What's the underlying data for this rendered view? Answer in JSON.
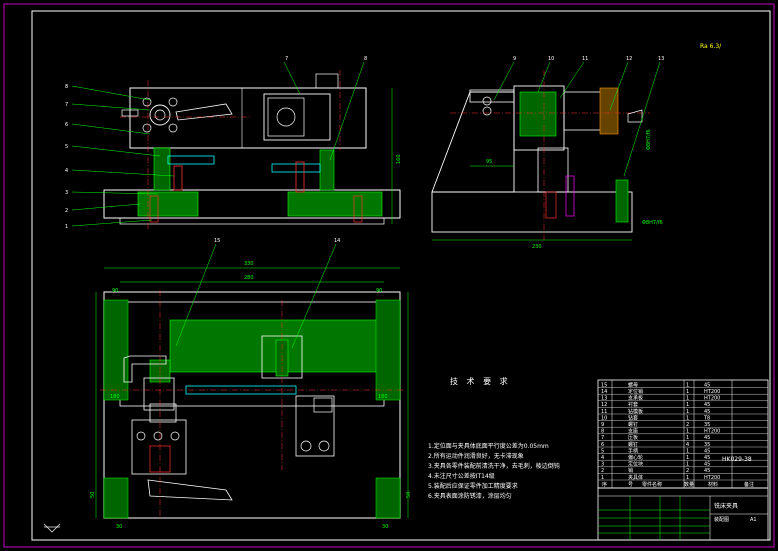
{
  "drawing": {
    "corner_label": "Ra 6.3/",
    "tech_requirements_title": "技 术 要 求",
    "notes": [
      "1.定位面与夹具体底面平行度公差为0.05mm",
      "2.所有运动件润滑良好，无卡滞现象",
      "3.夹具各零件装配前清洗干净，去毛刺，棱边倒钝",
      "4.未注尺寸公差按IT14级",
      "5.装配后应保证零件加工精度要求",
      "6.夹具表面涂防锈漆，涂层均匀"
    ],
    "view_front": {
      "balloons": [
        "1",
        "2",
        "3",
        "4",
        "5",
        "6",
        "7",
        "8"
      ],
      "dim_height": "160"
    },
    "view_side": {
      "balloons": [
        "9",
        "10",
        "11",
        "12",
        "13"
      ],
      "dim_width": "230",
      "dim_inner": "95",
      "fit_upper": "Φ8H7/f6",
      "fit_lower": "Φ8H7/f6"
    },
    "view_top": {
      "balloons": [
        "15",
        "14"
      ],
      "dim_outer": "330",
      "dim_inner": "280",
      "dim_left": "90",
      "dim_mid_left": "180",
      "dim_mid_right": "180",
      "dim_bottom_left": "30",
      "dim_bottom_right": "30",
      "dim_left_lower": "50",
      "dim_right_lower": "50",
      "dim_right_top": "90"
    },
    "parts_list": {
      "rows": [
        {
          "no": "15",
          "name": "螺母",
          "qty": "1",
          "material": "45"
        },
        {
          "no": "14",
          "name": "定位销",
          "qty": "1",
          "material": "HT200"
        },
        {
          "no": "13",
          "name": "支承板",
          "qty": "1",
          "material": "HT200"
        },
        {
          "no": "12",
          "name": "衬套",
          "qty": "1",
          "material": "45"
        },
        {
          "no": "11",
          "name": "钻模板",
          "qty": "1",
          "material": "45"
        },
        {
          "no": "10",
          "name": "钻套",
          "qty": "1",
          "material": "T8"
        },
        {
          "no": "9",
          "name": "螺钉",
          "qty": "2",
          "material": "35"
        },
        {
          "no": "8",
          "name": "支座",
          "qty": "1",
          "material": "HT200"
        },
        {
          "no": "7",
          "name": "压板",
          "qty": "1",
          "material": "45"
        },
        {
          "no": "6",
          "name": "螺钉",
          "qty": "4",
          "material": "35"
        },
        {
          "no": "5",
          "name": "手柄",
          "qty": "1",
          "material": "45"
        },
        {
          "no": "4",
          "name": "偏心轮",
          "qty": "1",
          "material": "45"
        },
        {
          "no": "3",
          "name": "定位块",
          "qty": "1",
          "material": "45"
        },
        {
          "no": "2",
          "name": "销",
          "qty": "2",
          "material": "45"
        },
        {
          "no": "1",
          "name": "夹具体",
          "qty": "1",
          "material": "HT200"
        }
      ],
      "std_ref": "HK029-38",
      "header": [
        "序",
        "号",
        "零件名称",
        "数量",
        "材料",
        "备注"
      ]
    },
    "title_block": {
      "name": "铣床夹具",
      "subtitle": "装配图",
      "sheet": "A1"
    }
  }
}
